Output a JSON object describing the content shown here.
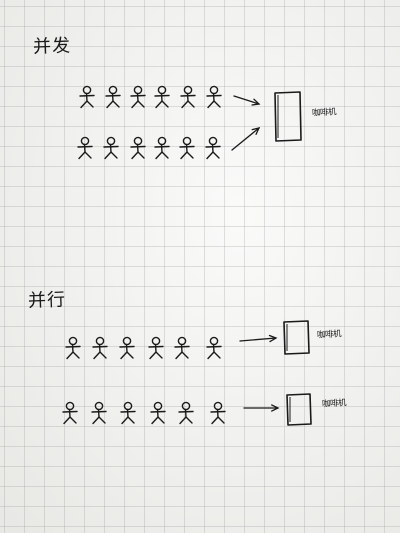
{
  "sections": [
    {
      "title": "并发",
      "queues": [
        {
          "people": 6,
          "label": "咖啡机"
        },
        {
          "people": 6
        }
      ],
      "machines": 1
    },
    {
      "title": "并行",
      "queues": [
        {
          "people": 6,
          "label": "咖啡机"
        },
        {
          "people": 6,
          "label": "咖啡机"
        }
      ],
      "machines": 2
    }
  ],
  "colors": {
    "ink": "#1a1a1a",
    "paper": "#f3f3f1",
    "grid": "#b4b4b4"
  }
}
